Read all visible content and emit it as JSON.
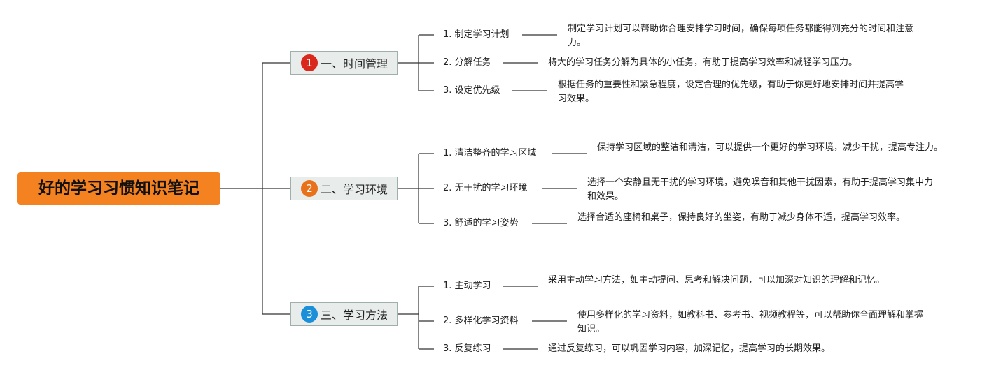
{
  "root": {
    "label": "好的学习习惯知识笔记",
    "color": "#f58220"
  },
  "branches": [
    {
      "badge": "1",
      "badge_color": "#d9291c",
      "label": "一、时间管理",
      "children": [
        {
          "label": "1. 制定学习计划",
          "desc": "制定学习计划可以帮助你合理安排学习时间，确保每项任务都能得到充分的时间和注意力。"
        },
        {
          "label": "2. 分解任务",
          "desc": "将大的学习任务分解为具体的小任务，有助于提高学习效率和减轻学习压力。"
        },
        {
          "label": "3. 设定优先级",
          "desc": "根据任务的重要性和紧急程度，设定合理的优先级，有助于你更好地安排时间并提高学习效果。"
        }
      ]
    },
    {
      "badge": "2",
      "badge_color": "#e8721c",
      "label": "二、学习环境",
      "children": [
        {
          "label": "1. 清洁整齐的学习区域",
          "desc": "保持学习区域的整洁和清洁，可以提供一个更好的学习环境，减少干扰，提高专注力。"
        },
        {
          "label": "2. 无干扰的学习环境",
          "desc": "选择一个安静且无干扰的学习环境，避免噪音和其他干扰因素，有助于提高学习集中力和效果。"
        },
        {
          "label": "3. 舒适的学习姿势",
          "desc": "选择合适的座椅和桌子，保持良好的坐姿，有助于减少身体不适，提高学习效率。"
        }
      ]
    },
    {
      "badge": "3",
      "badge_color": "#1b8fd8",
      "label": "三、学习方法",
      "children": [
        {
          "label": "1. 主动学习",
          "desc": "采用主动学习方法，如主动提问、思考和解决问题，可以加深对知识的理解和记忆。"
        },
        {
          "label": "2. 多样化学习资料",
          "desc": "使用多样化的学习资料，如教科书、参考书、视频教程等，可以帮助你全面理解和掌握知识。"
        },
        {
          "label": "3. 反复练习",
          "desc": "通过反复练习，可以巩固学习内容，加深记忆，提高学习的长期效果。"
        }
      ]
    }
  ]
}
